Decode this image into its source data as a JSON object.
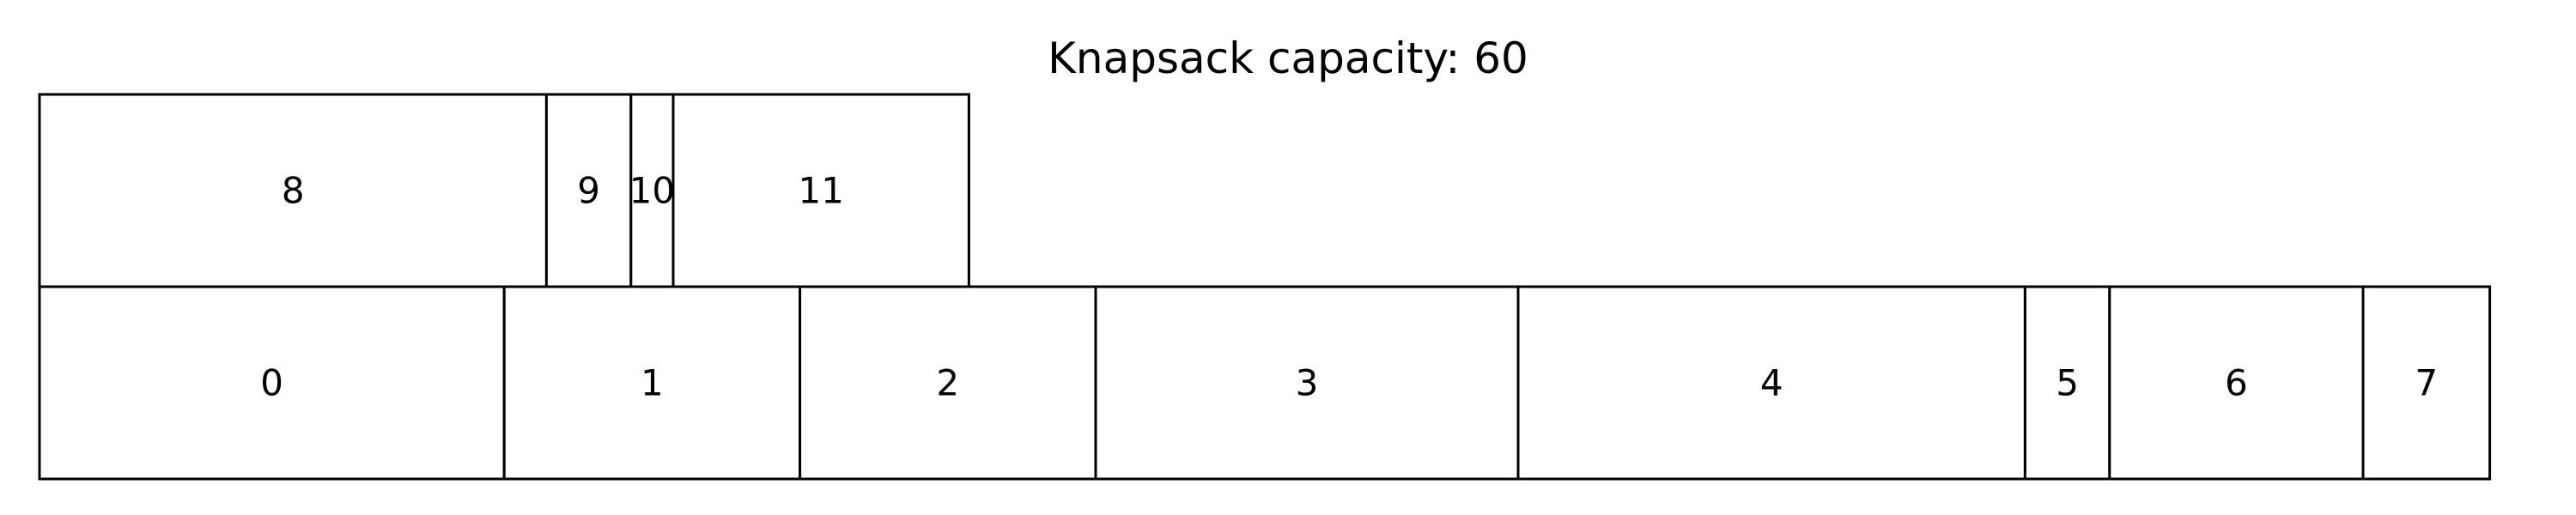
{
  "title": "Knapsack capacity: 60",
  "capacity": 60,
  "rows": [
    {
      "name": "bottom-row",
      "items": [
        {
          "label": "0",
          "width": 11
        },
        {
          "label": "1",
          "width": 7
        },
        {
          "label": "2",
          "width": 7
        },
        {
          "label": "3",
          "width": 10
        },
        {
          "label": "4",
          "width": 12
        },
        {
          "label": "5",
          "width": 2
        },
        {
          "label": "6",
          "width": 6
        },
        {
          "label": "7",
          "width": 3
        }
      ]
    },
    {
      "name": "top-row",
      "items": [
        {
          "label": "8",
          "width": 12
        },
        {
          "label": "9",
          "width": 2
        },
        {
          "label": "10",
          "width": 1
        },
        {
          "label": "11",
          "width": 7
        }
      ]
    }
  ],
  "colors": {
    "stroke": "#000000",
    "fill": "#ffffff",
    "text": "#000000"
  }
}
